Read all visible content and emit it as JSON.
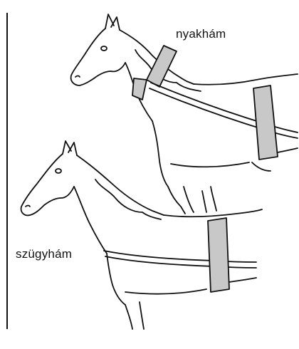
{
  "labels": {
    "top": "nyakhám",
    "bottom": "szügyhám"
  },
  "colors": {
    "line": "#111111",
    "harness_fill": "#c8c8c8",
    "background": "#ffffff"
  },
  "icons": {
    "top_horse": "horse-with-collar-harness",
    "bottom_horse": "horse-with-breast-collar-harness"
  }
}
